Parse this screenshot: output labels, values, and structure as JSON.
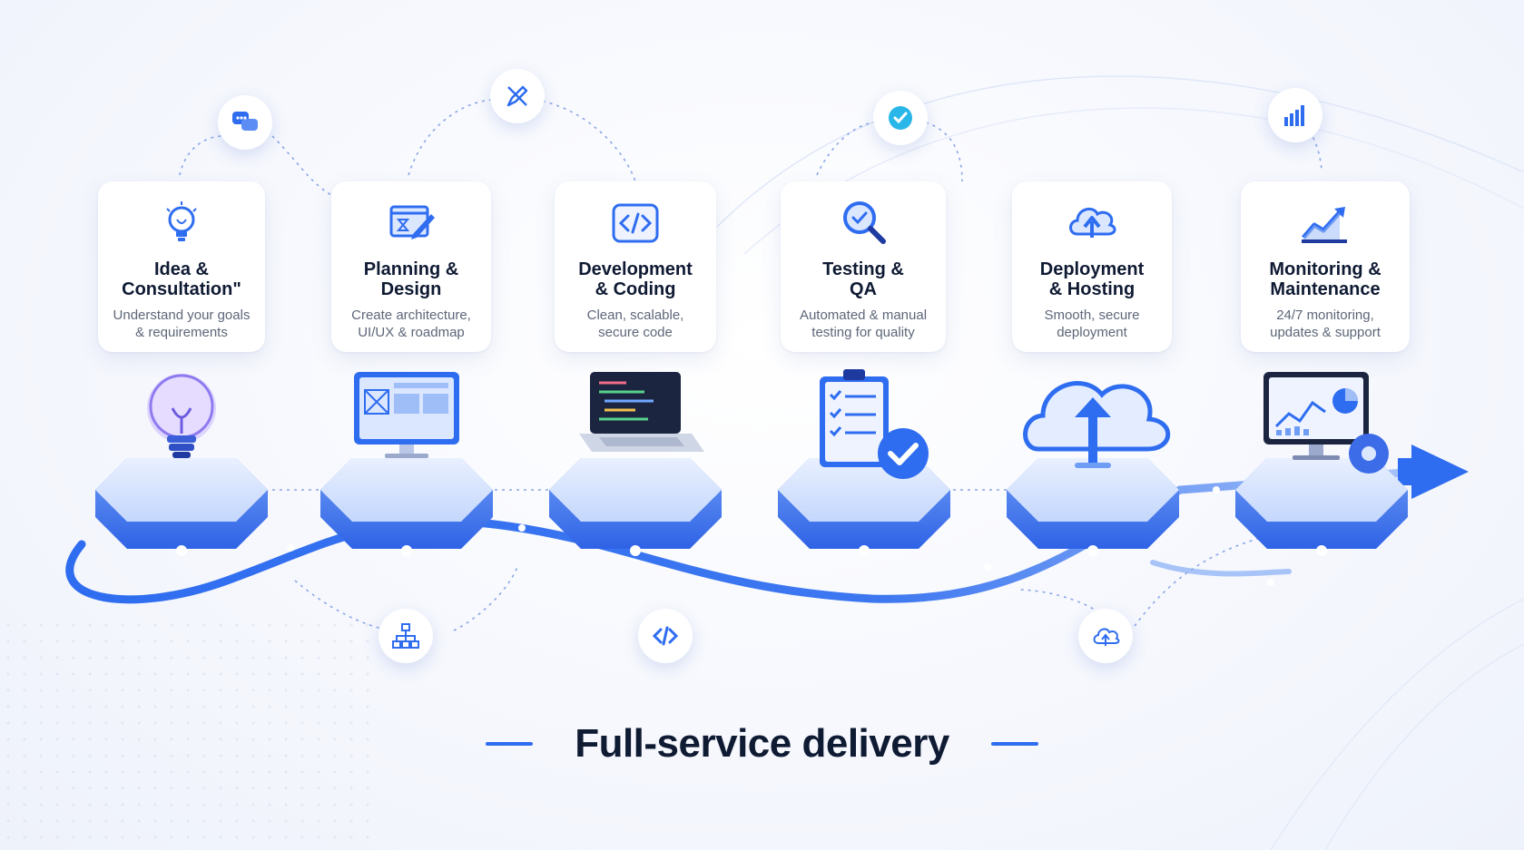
{
  "steps": [
    {
      "title_line1": "Idea &",
      "title_line2": "Consultation\"",
      "desc_line1": "Understand your goals",
      "desc_line2": "& requirements",
      "icon": "lightbulb-icon"
    },
    {
      "title_line1": "Planning &",
      "title_line2": "Design",
      "desc_line1": "Create architecture,",
      "desc_line2": "UI/UX & roadmap",
      "icon": "design-board-icon"
    },
    {
      "title_line1": "Development",
      "title_line2": "& Coding",
      "desc_line1": "Clean, scalable,",
      "desc_line2": "secure code",
      "icon": "code-icon"
    },
    {
      "title_line1": "Testing &",
      "title_line2": "QA",
      "desc_line1": "Automated & manual",
      "desc_line2": "testing for quality",
      "icon": "magnifier-check-icon"
    },
    {
      "title_line1": "Deployment",
      "title_line2": "& Hosting",
      "desc_line1": "Smooth, secure",
      "desc_line2": "deployment",
      "icon": "cloud-upload-icon"
    },
    {
      "title_line1": "Monitoring &",
      "title_line2": "Maintenance",
      "desc_line1": "24/7 monitoring,",
      "desc_line2": "updates & support",
      "icon": "trend-chart-icon"
    }
  ],
  "footer": {
    "label": "Full-service delivery"
  },
  "colors": {
    "accent": "#2f6df0",
    "accent_light": "#9fbdf7",
    "text": "#0f1a33",
    "muted": "#5d6678"
  }
}
